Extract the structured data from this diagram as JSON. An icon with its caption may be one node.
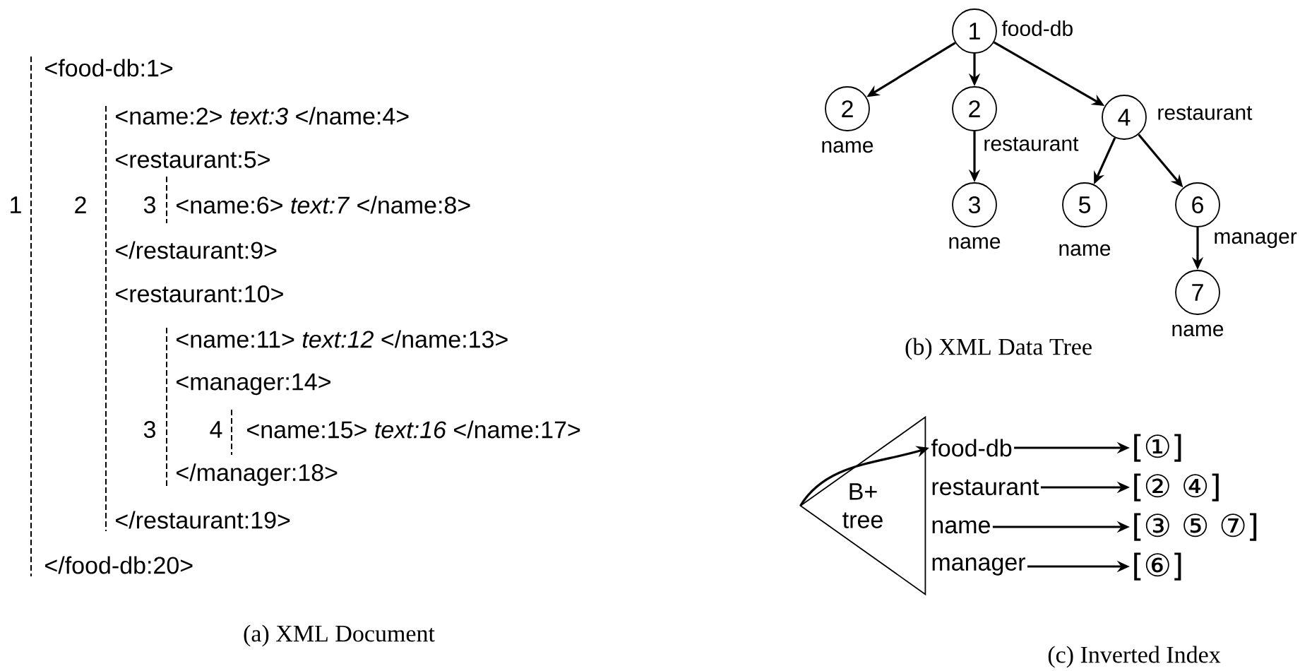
{
  "diagram": {
    "nodes": [
      {
        "text": [
          "1"
        ],
        "beside": [
          "food-db"
        ]
      },
      {
        "text": [
          "2"
        ],
        "beside": [
          "name"
        ]
      },
      {
        "text": [
          "2"
        ],
        "beside": [
          "restaurant"
        ]
      },
      {
        "text": [
          "3"
        ],
        "beside": [
          "name"
        ]
      },
      {
        "text": [
          "4"
        ],
        "beside": [
          "restaurant"
        ]
      },
      {
        "text": [
          "5"
        ],
        "beside": [
          "name"
        ]
      },
      {
        "text": [
          "6"
        ],
        "beside": [
          "manager"
        ]
      },
      {
        "text": [
          "7"
        ],
        "beside": [
          "name"
        ]
      },
      {
        "text": [
          "B+ tree"
        ]
      },
      {
        "text": [
          "food-db"
        ]
      },
      {
        "text": [
          "restaurant"
        ]
      },
      {
        "text": [
          "name"
        ]
      },
      {
        "text": [
          "manager"
        ]
      },
      {
        "text": [
          "[①]"
        ]
      },
      {
        "text": [
          "[② ④]"
        ]
      },
      {
        "text": [
          "[③ ⑤ ⑦]"
        ]
      },
      {
        "text": [
          "[⑥]"
        ]
      }
    ],
    "edges": [
      {
        "from": 0,
        "to": 1,
        "arrow": "to"
      },
      {
        "from": 0,
        "to": 2,
        "arrow": "to"
      },
      {
        "from": 0,
        "to": 4,
        "arrow": "to"
      },
      {
        "from": 2,
        "to": 3,
        "arrow": "to"
      },
      {
        "from": 4,
        "to": 5,
        "arrow": "to"
      },
      {
        "from": 4,
        "to": 6,
        "arrow": "to"
      },
      {
        "from": 6,
        "to": 7,
        "arrow": "to"
      },
      {
        "from": 8,
        "to": 9,
        "arrow": "to"
      },
      {
        "from": 9,
        "to": 13,
        "arrow": "to"
      },
      {
        "from": 10,
        "to": 14,
        "arrow": "to"
      },
      {
        "from": 11,
        "to": 15,
        "arrow": "to"
      },
      {
        "from": 12,
        "to": 16,
        "arrow": "to"
      }
    ],
    "labels": [
      "<food-db:1>",
      "<name:2> *text:3* </name:4>",
      "<restaurant:5>",
      "<name:6> *text:7* </name:8>",
      "</restaurant:9>",
      "<restaurant:10>",
      "<name:11> *text:12* </name:13>",
      "<manager:14>",
      "<name:15> *text:16* </name:17>",
      "</manager:18>",
      "</restaurant:19>",
      "</food-db:20>",
      "1",
      "2",
      "3",
      "3",
      "4",
      "(a) XML Document",
      "(b) XML Data Tree",
      "(c) Inverted Index"
    ]
  }
}
